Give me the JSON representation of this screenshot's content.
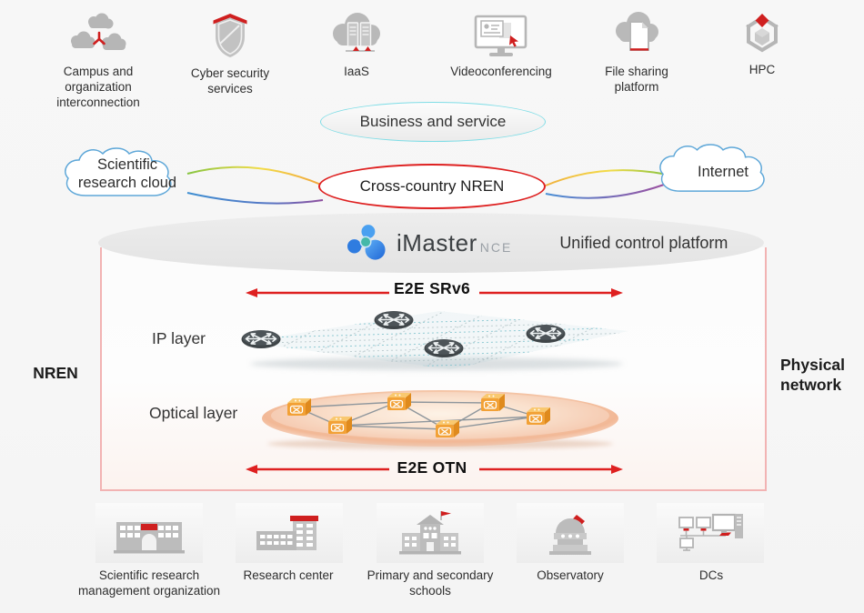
{
  "services": [
    {
      "label": "Campus and organization interconnection",
      "icon": "campus-interconnect-icon"
    },
    {
      "label": "Cyber security services",
      "icon": "security-shield-icon"
    },
    {
      "label": "IaaS",
      "icon": "cloud-servers-icon"
    },
    {
      "label": "Videoconferencing",
      "icon": "videoconference-monitor-icon"
    },
    {
      "label": "File sharing platform",
      "icon": "cloud-file-icon"
    },
    {
      "label": "HPC",
      "icon": "hpc-cube-icon"
    }
  ],
  "business": {
    "label": "Business and service"
  },
  "wan": {
    "left_cloud": "Scientific research cloud",
    "center_ellipse": "Cross-country NREN",
    "right_cloud": "Internet"
  },
  "platform": {
    "brand": "iMaster",
    "brand_suffix": "NCE",
    "label": "Unified control platform"
  },
  "nren": {
    "left_label": "NREN",
    "right_label": "Physical network",
    "srv6": "E2E SRv6",
    "ip_layer": "IP layer",
    "optical_layer": "Optical layer",
    "otn": "E2E OTN"
  },
  "sites": [
    {
      "label": "Scientific research management organization",
      "icon": "management-building-icon"
    },
    {
      "label": "Research center",
      "icon": "research-center-icon"
    },
    {
      "label": "Primary and secondary schools",
      "icon": "school-icon"
    },
    {
      "label": "Observatory",
      "icon": "observatory-dome-icon"
    },
    {
      "label": "DCs",
      "icon": "datacenter-computers-icon"
    }
  ],
  "colors": {
    "accent_red": "#de2020",
    "icon_red": "#cf1f1f",
    "border_pink": "#f2b3b3",
    "cloud_stroke": "#5ea7d8",
    "business_stroke": "#7fdde6",
    "icon_gray": "#b6b6b6",
    "mesh_teal": "#7fc2cd",
    "otn_orange": "#f2a136",
    "platform_gray": "#e9e9e9"
  }
}
